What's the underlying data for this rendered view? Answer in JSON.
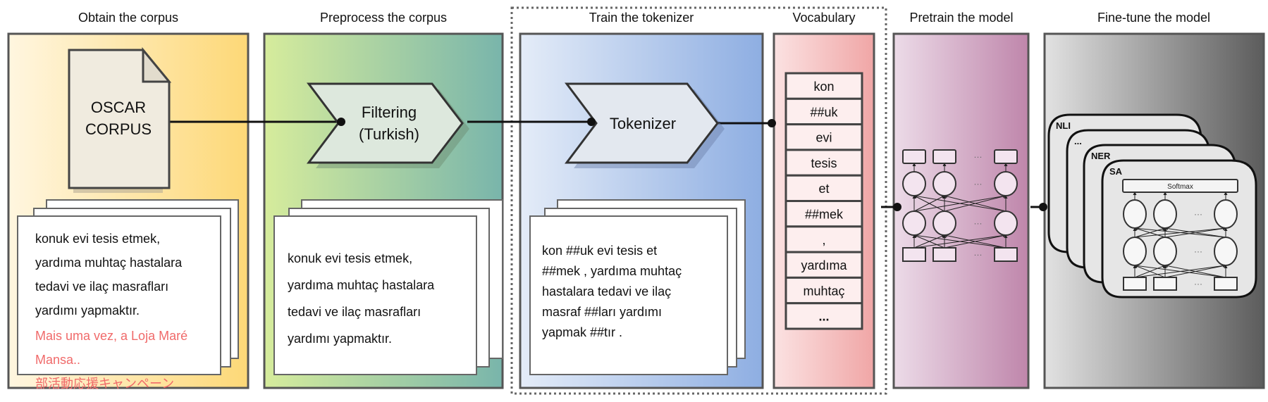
{
  "stages": {
    "obtain": "Obtain the corpus",
    "preprocess": "Preprocess the corpus",
    "train": "Train the tokenizer",
    "vocabulary": "Vocabulary",
    "pretrain": "Pretrain the model",
    "finetune": "Fine-tune the model"
  },
  "corpus_doc": {
    "line1": "OSCAR",
    "line2": "CORPUS"
  },
  "filtering": {
    "line1": "Filtering",
    "line2": "(Turkish)"
  },
  "tokenizer": {
    "label": "Tokenizer"
  },
  "raw_text": {
    "turkish": [
      "konuk evi tesis etmek,",
      "yardıma muhtaç hastalara",
      "tedavi ve ilaç masrafları",
      "yardımı yapmaktır."
    ],
    "foreign": [
      "Mais uma vez, a Loja Maré",
      "Mansa..",
      "部活動応援キャンペーン"
    ]
  },
  "filtered_text": [
    "konuk evi tesis etmek,",
    "yardıma muhtaç hastalara",
    "tedavi ve ilaç masrafları",
    "yardımı yapmaktır."
  ],
  "tokenized_text": [
    "kon ##uk evi tesis et",
    "##mek , yardıma muhtaç",
    "hastalara tedavi ve ilaç",
    "masraf ##ları yardımı",
    "yapmak ##tır ."
  ],
  "vocab": [
    "kon",
    "##uk",
    "evi",
    "tesis",
    "et",
    "##mek",
    ",",
    "yardıma",
    "muhtaç",
    "..."
  ],
  "tasks": [
    "NLI",
    "...",
    "NER",
    "SA"
  ],
  "softmax": "Softmax",
  "ellipsis": "···",
  "colors": {
    "foreign_text": "#f06a6a",
    "border": "#555555"
  }
}
